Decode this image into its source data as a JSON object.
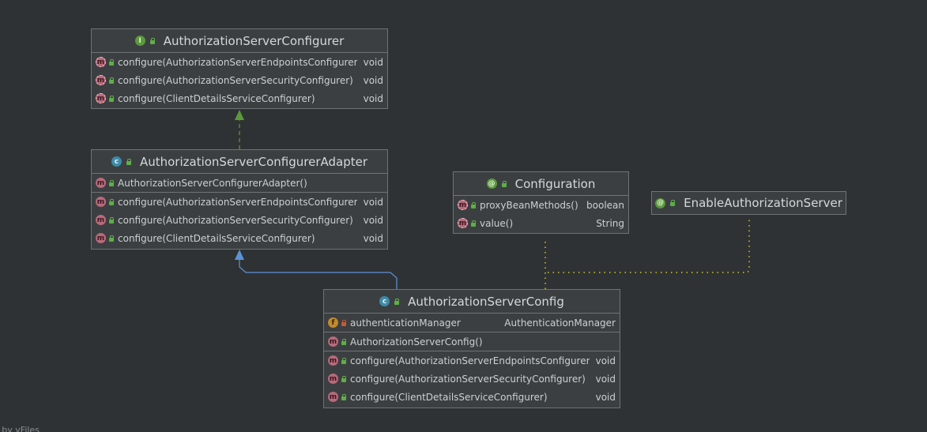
{
  "colors": {
    "background": "#2f3234",
    "box": "#3c3f41",
    "border": "#6f7376",
    "implements_edge": "#5a9a3c",
    "extends_edge": "#5a93d6",
    "annotation_edge": "#a8a426"
  },
  "boxes": {
    "configurer": {
      "kind": "interface",
      "badge": "I",
      "title": "AuthorizationServerConfigurer",
      "methods": [
        {
          "icon": "abstract-method-icon",
          "badge": "m",
          "name": "configure(AuthorizationServerEndpointsConfigurer)",
          "type": "void"
        },
        {
          "icon": "abstract-method-icon",
          "badge": "m",
          "name": "configure(AuthorizationServerSecurityConfigurer)",
          "type": "void"
        },
        {
          "icon": "abstract-method-icon",
          "badge": "m",
          "name": "configure(ClientDetailsServiceConfigurer)",
          "type": "void"
        }
      ]
    },
    "adapter": {
      "kind": "class",
      "badge": "c",
      "title": "AuthorizationServerConfigurerAdapter",
      "constructors": [
        {
          "badge": "m",
          "name": "AuthorizationServerConfigurerAdapter()",
          "type": ""
        }
      ],
      "methods": [
        {
          "badge": "m",
          "name": "configure(AuthorizationServerEndpointsConfigurer)",
          "type": "void"
        },
        {
          "badge": "m",
          "name": "configure(AuthorizationServerSecurityConfigurer)",
          "type": "void"
        },
        {
          "badge": "m",
          "name": "configure(ClientDetailsServiceConfigurer)",
          "type": "void"
        }
      ]
    },
    "configuration": {
      "kind": "annotation",
      "badge": "@",
      "title": "Configuration",
      "methods": [
        {
          "badge": "m",
          "name": "proxyBeanMethods()",
          "type": "boolean"
        },
        {
          "badge": "m",
          "name": "value()",
          "type": "String"
        }
      ]
    },
    "enable": {
      "kind": "annotation",
      "badge": "@",
      "title": "EnableAuthorizationServer"
    },
    "config": {
      "kind": "class",
      "badge": "c",
      "title": "AuthorizationServerConfig",
      "fields": [
        {
          "badge": "f",
          "name": "authenticationManager",
          "type": "AuthenticationManager"
        }
      ],
      "constructors": [
        {
          "badge": "m",
          "name": "AuthorizationServerConfig()",
          "type": ""
        }
      ],
      "methods": [
        {
          "badge": "m",
          "name": "configure(AuthorizationServerEndpointsConfigurer)",
          "type": "void"
        },
        {
          "badge": "m",
          "name": "configure(AuthorizationServerSecurityConfigurer)",
          "type": "void"
        },
        {
          "badge": "m",
          "name": "configure(ClientDetailsServiceConfigurer)",
          "type": "void"
        }
      ]
    }
  },
  "relations": [
    {
      "from": "adapter",
      "to": "configurer",
      "kind": "implements"
    },
    {
      "from": "config",
      "to": "adapter",
      "kind": "extends"
    },
    {
      "from": "config",
      "to": "configuration",
      "kind": "annotated-by"
    },
    {
      "from": "config",
      "to": "enable",
      "kind": "annotated-by"
    }
  ],
  "footer": "ered by yFiles"
}
